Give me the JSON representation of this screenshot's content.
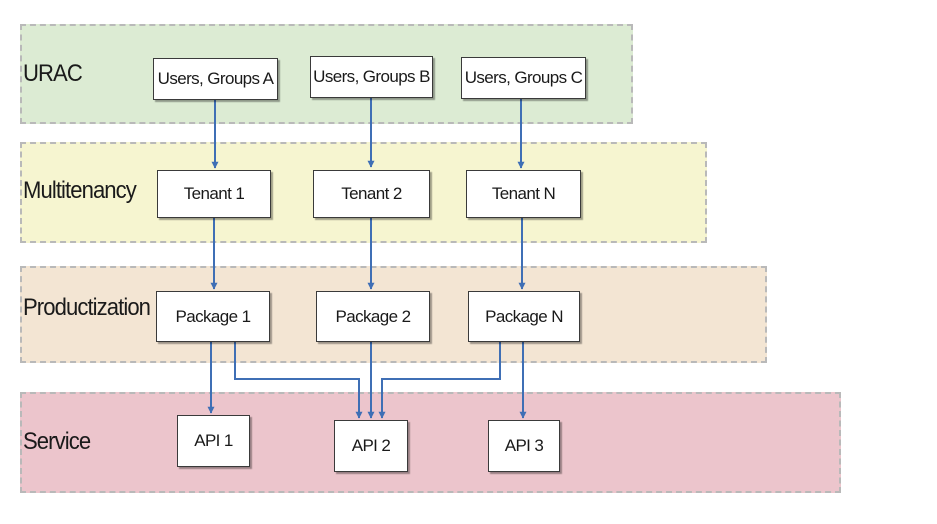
{
  "layers": [
    {
      "id": "urac",
      "label": "URAC",
      "color": "#dcebd3"
    },
    {
      "id": "multitenancy",
      "label": "Multitenancy",
      "color": "#f6f5d0"
    },
    {
      "id": "productization",
      "label": "Productization",
      "color": "#f3e5d3"
    },
    {
      "id": "service",
      "label": "Service",
      "color": "#ecc5cc"
    }
  ],
  "nodes": {
    "users_a": "Users, Groups A",
    "users_b": "Users, Groups B",
    "users_c": "Users, Groups C",
    "tenant_1": "Tenant 1",
    "tenant_2": "Tenant 2",
    "tenant_n": "Tenant N",
    "package_1": "Package 1",
    "package_2": "Package 2",
    "package_n": "Package N",
    "api_1": "API 1",
    "api_2": "API 2",
    "api_3": "API 3"
  },
  "edges": [
    {
      "from": "users_a",
      "to": "tenant_1"
    },
    {
      "from": "users_b",
      "to": "tenant_2"
    },
    {
      "from": "users_c",
      "to": "tenant_n"
    },
    {
      "from": "tenant_1",
      "to": "package_1"
    },
    {
      "from": "tenant_2",
      "to": "package_2"
    },
    {
      "from": "tenant_n",
      "to": "package_n"
    },
    {
      "from": "package_1",
      "to": "api_1"
    },
    {
      "from": "package_1",
      "to": "api_2"
    },
    {
      "from": "package_2",
      "to": "api_2"
    },
    {
      "from": "package_n",
      "to": "api_2"
    },
    {
      "from": "package_n",
      "to": "api_3"
    }
  ],
  "colors": {
    "arrow": "#3f6fb5",
    "node_border": "#3a3a3a",
    "layer_border": "#b9b9b9"
  }
}
